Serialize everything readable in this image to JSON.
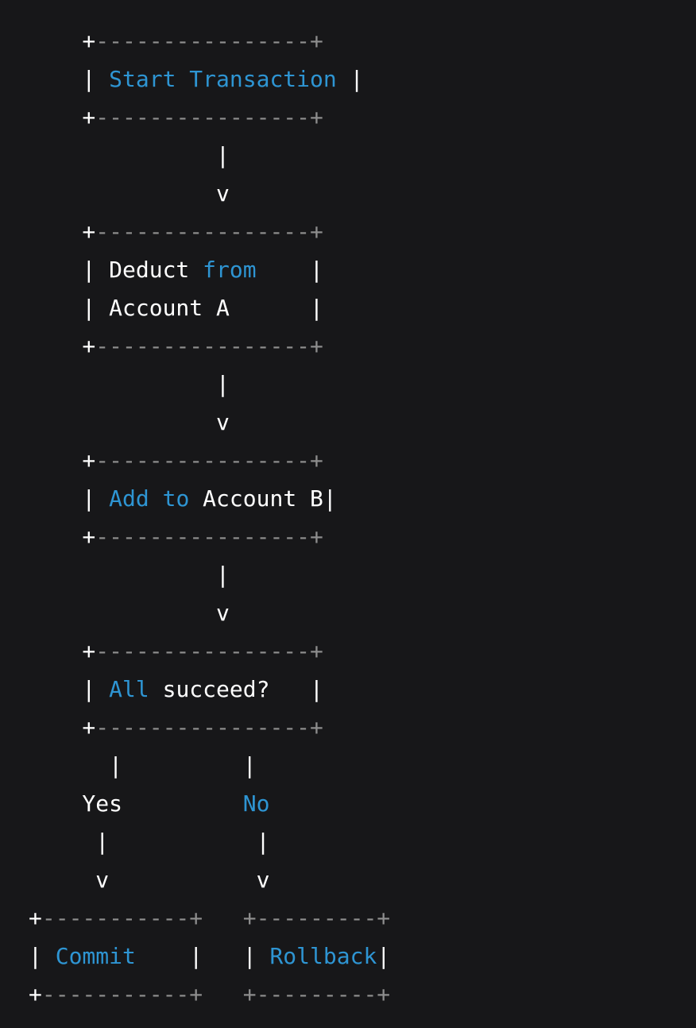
{
  "theme": {
    "background": "#171719",
    "text_color": "#ffffff",
    "keyword_color": "#2e95d3",
    "comment_color": "#8d8d8d"
  },
  "flowchart": {
    "nodes": [
      "Start Transaction",
      "Deduct from Account A",
      "Add to Account B",
      "All succeed?",
      "Commit",
      "Rollback"
    ],
    "branch_labels": [
      "Yes",
      "No"
    ]
  },
  "code": {
    "lines": [
      {
        "segments": [
          {
            "text": "    +",
            "style": "plain"
          },
          {
            "text": "----------------+",
            "style": "comment"
          }
        ]
      },
      {
        "segments": [
          {
            "text": "    | ",
            "style": "plain"
          },
          {
            "text": "Start Transaction",
            "style": "kw"
          },
          {
            "text": " |",
            "style": "plain"
          }
        ]
      },
      {
        "segments": [
          {
            "text": "    +",
            "style": "plain"
          },
          {
            "text": "----------------+",
            "style": "comment"
          }
        ]
      },
      {
        "segments": [
          {
            "text": "              |",
            "style": "plain"
          }
        ]
      },
      {
        "segments": [
          {
            "text": "              v",
            "style": "plain"
          }
        ]
      },
      {
        "segments": [
          {
            "text": "    +",
            "style": "plain"
          },
          {
            "text": "----------------+",
            "style": "comment"
          }
        ]
      },
      {
        "segments": [
          {
            "text": "    | Deduct ",
            "style": "plain"
          },
          {
            "text": "from",
            "style": "kw"
          },
          {
            "text": "    |",
            "style": "plain"
          }
        ]
      },
      {
        "segments": [
          {
            "text": "    | Account A      |",
            "style": "plain"
          }
        ]
      },
      {
        "segments": [
          {
            "text": "    +",
            "style": "plain"
          },
          {
            "text": "----------------+",
            "style": "comment"
          }
        ]
      },
      {
        "segments": [
          {
            "text": "              |",
            "style": "plain"
          }
        ]
      },
      {
        "segments": [
          {
            "text": "              v",
            "style": "plain"
          }
        ]
      },
      {
        "segments": [
          {
            "text": "    +",
            "style": "plain"
          },
          {
            "text": "----------------+",
            "style": "comment"
          }
        ]
      },
      {
        "segments": [
          {
            "text": "    | ",
            "style": "plain"
          },
          {
            "text": "Add",
            "style": "kw"
          },
          {
            "text": " ",
            "style": "plain"
          },
          {
            "text": "to",
            "style": "kw"
          },
          {
            "text": " Account B|",
            "style": "plain"
          }
        ]
      },
      {
        "segments": [
          {
            "text": "    +",
            "style": "plain"
          },
          {
            "text": "----------------+",
            "style": "comment"
          }
        ]
      },
      {
        "segments": [
          {
            "text": "              |",
            "style": "plain"
          }
        ]
      },
      {
        "segments": [
          {
            "text": "              v",
            "style": "plain"
          }
        ]
      },
      {
        "segments": [
          {
            "text": "    +",
            "style": "plain"
          },
          {
            "text": "----------------+",
            "style": "comment"
          }
        ]
      },
      {
        "segments": [
          {
            "text": "    | ",
            "style": "plain"
          },
          {
            "text": "All",
            "style": "kw"
          },
          {
            "text": " succeed?   |",
            "style": "plain"
          }
        ]
      },
      {
        "segments": [
          {
            "text": "    +",
            "style": "plain"
          },
          {
            "text": "----------------+",
            "style": "comment"
          }
        ]
      },
      {
        "segments": [
          {
            "text": "      |         |",
            "style": "plain"
          }
        ]
      },
      {
        "segments": [
          {
            "text": "    Yes         ",
            "style": "plain"
          },
          {
            "text": "No",
            "style": "kw"
          }
        ]
      },
      {
        "segments": [
          {
            "text": "     |           |",
            "style": "plain"
          }
        ]
      },
      {
        "segments": [
          {
            "text": "     v           v",
            "style": "plain"
          }
        ]
      },
      {
        "segments": [
          {
            "text": "+",
            "style": "plain"
          },
          {
            "text": "-----------+   +---------+",
            "style": "comment"
          }
        ]
      },
      {
        "segments": [
          {
            "text": "| ",
            "style": "plain"
          },
          {
            "text": "Commit",
            "style": "kw"
          },
          {
            "text": "    |   | ",
            "style": "plain"
          },
          {
            "text": "Rollback",
            "style": "kw"
          },
          {
            "text": "|",
            "style": "plain"
          }
        ]
      },
      {
        "segments": [
          {
            "text": "+",
            "style": "plain"
          },
          {
            "text": "-----------+   +---------+",
            "style": "comment"
          }
        ]
      }
    ]
  }
}
